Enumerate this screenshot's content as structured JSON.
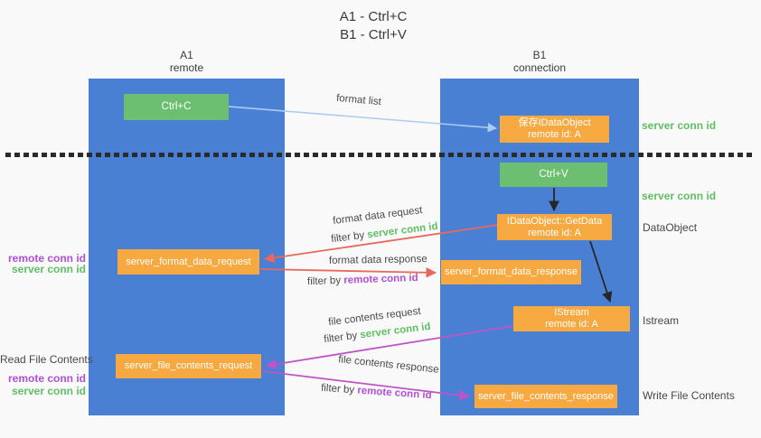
{
  "title": {
    "line1": "A1 - Ctrl+C",
    "line2": "B1 - Ctrl+V"
  },
  "lanes": {
    "a": {
      "name": "A1",
      "subtitle": "remote"
    },
    "b": {
      "name": "B1",
      "subtitle": "connection"
    }
  },
  "nodes": {
    "ctrl_c": {
      "label": "Ctrl+C"
    },
    "save_dataobject": {
      "line1": "保存IDataObject",
      "line2": "remote id: A"
    },
    "ctrl_v": {
      "label": "Ctrl+V"
    },
    "getdata": {
      "line1": "IDataObject::GetData",
      "line2": "remote id: A"
    },
    "format_request": {
      "label": "server_format_data_request"
    },
    "format_response": {
      "label": "server_format_data_response"
    },
    "istream": {
      "line1": "IStream",
      "line2": "remote id: A"
    },
    "file_request": {
      "label": "server_file_contents_request"
    },
    "file_response": {
      "label": "server_file_contents_response"
    }
  },
  "edge_labels": {
    "format_list": "format list",
    "format_data_request": "format data request",
    "format_data_response": "format data response",
    "file_contents_request": "file contents request",
    "file_contents_response": "file contents response",
    "filter_by": "filter by ",
    "server_conn_id": "server conn id",
    "remote_conn_id": "remote conn id"
  },
  "side_labels": {
    "left": {
      "remote_conn_id": "remote conn id",
      "server_conn_id": "server conn id",
      "read_file_contents": "Read File Contents"
    },
    "right": {
      "server_conn_id": "server conn id",
      "dataobject": "DataObject",
      "istream": "Istream",
      "write_file_contents": "Write File Contents"
    }
  },
  "colors": {
    "background": "#f9f9f9",
    "lane_blue": "#4a80d4",
    "node_green": "#6cbe70",
    "node_orange": "#f7a941",
    "server_conn_green": "#5fbf63",
    "remote_conn_purple": "#b14fd6",
    "arrow_red": "#e8685f",
    "arrow_magenta": "#bf53c9",
    "arrow_lightblue": "#a9cdf0",
    "arrow_black": "#262626"
  }
}
